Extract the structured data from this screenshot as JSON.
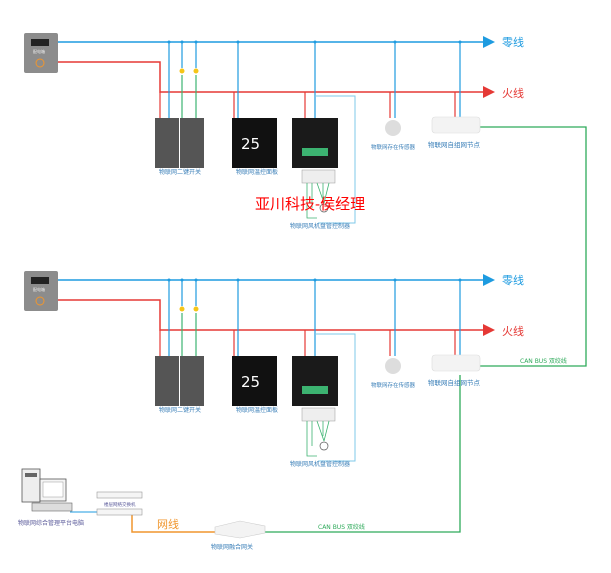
{
  "colors": {
    "neutral": "#1e9be0",
    "live": "#e53935",
    "control": "#3cb371",
    "can_bus": "#2eaa5a",
    "ethernet": "#f0962e",
    "watermark": "#ff0000"
  },
  "legend": {
    "neutral": "零线",
    "live": "火线"
  },
  "devices": {
    "distribution_box": "配电箱",
    "switch": "物联网二键开关",
    "thermostat": "物联网温控面板",
    "thermostat_display": "25",
    "fan_controller": "物联网风机盘管控制器",
    "presence_sensor": "物联网存在传感器",
    "mesh_node": "物联网自组网节点",
    "pc": "物联网综合管理平台电脑",
    "network_switch": "楼层网络交换机",
    "gateway": "物联网融合网关"
  },
  "cables": {
    "can_bus": "CAN BUS 双绞线",
    "ethernet": "网线"
  },
  "watermark": "亚川科技-侯经理"
}
